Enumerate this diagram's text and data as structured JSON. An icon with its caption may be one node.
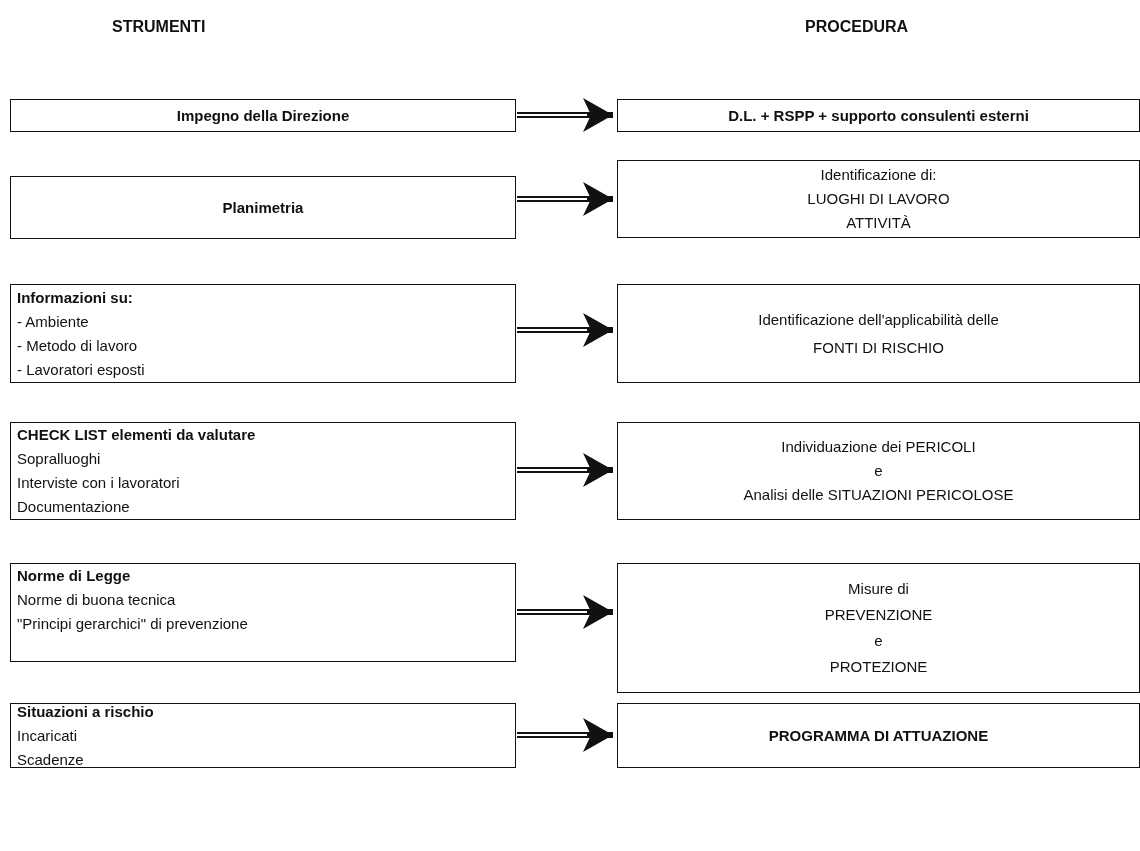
{
  "diagram": {
    "nodes": [
      {
        "text": [
          "Impegno della Direzione"
        ]
      },
      {
        "text": [
          "D.L. + RSPP + supporto consulenti esterni"
        ]
      },
      {
        "text": [
          "Planimetria"
        ]
      },
      {
        "text": [
          "Identificazione di:",
          "LUOGHI DI LAVORO",
          "ATTIVITÀ"
        ]
      },
      {
        "text": [
          "Informazioni su:",
          "- Ambiente",
          "- Metodo di lavoro",
          "- Lavoratori esposti"
        ]
      },
      {
        "text": [
          "Identificazione dell'applicabilità delle",
          "FONTI DI RISCHIO"
        ]
      },
      {
        "text": [
          "CHECK LIST elementi da valutare",
          "Sopralluoghi",
          "Interviste con i lavoratori",
          "Documentazione"
        ]
      },
      {
        "text": [
          "Individuazione dei PERICOLI",
          "e",
          "Analisi delle SITUAZIONI PERICOLOSE"
        ]
      },
      {
        "text": [
          "Norme di Legge",
          "Norme di buona tecnica",
          "\"Principi gerarchici\" di prevenzione"
        ]
      },
      {
        "text": [
          "Misure di",
          "PREVENZIONE",
          "e",
          "PROTEZIONE"
        ]
      },
      {
        "text": [
          "Situazioni a rischio",
          "Incaricati",
          "Scadenze"
        ]
      },
      {
        "text": [
          "PROGRAMMA DI ATTUAZIONE"
        ]
      }
    ],
    "edges": [
      {
        "from": 0,
        "to": 1,
        "arrow": "to"
      },
      {
        "from": 2,
        "to": 3,
        "arrow": "to"
      },
      {
        "from": 4,
        "to": 5,
        "arrow": "to"
      },
      {
        "from": 6,
        "to": 7,
        "arrow": "to"
      },
      {
        "from": 8,
        "to": 9,
        "arrow": "to"
      },
      {
        "from": 10,
        "to": 11,
        "arrow": "to"
      }
    ],
    "labels": [
      "STRUMENTI",
      "PROCEDURA"
    ]
  }
}
